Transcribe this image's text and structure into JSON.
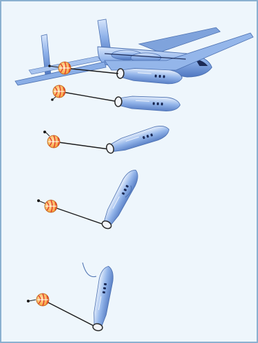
{
  "figure": {
    "background": "#eef6fc",
    "frame_color": "#8ab0d0",
    "tow_line_color": "#1a1a1a",
    "drogue_colors": [
      "#ffffff",
      "#e23b2a",
      "#f59a2e"
    ],
    "vehicle_color": "#7ea7e0",
    "stages": [
      {
        "id": "stage-1",
        "description_icon": "aircraft-with-booster-and-drogue"
      },
      {
        "id": "stage-2",
        "description_icon": "booster-released-with-drogue"
      },
      {
        "id": "stage-3",
        "description_icon": "booster-horizontal-with-drogue"
      },
      {
        "id": "stage-4",
        "description_icon": "booster-pitching-up-with-drogue"
      },
      {
        "id": "stage-5",
        "description_icon": "booster-vertical-with-drogue"
      }
    ]
  }
}
